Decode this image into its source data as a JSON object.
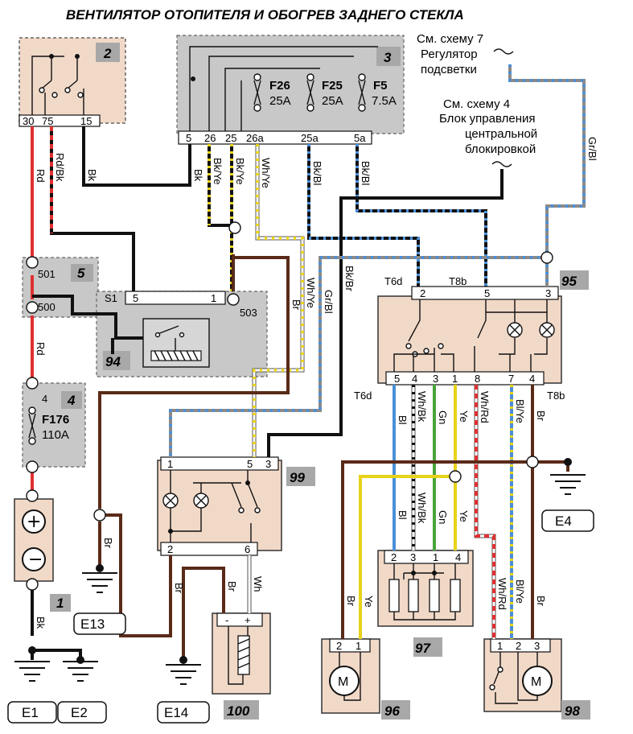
{
  "title": "ВЕНТИЛЯТОР ОТОПИТЕЛЯ И ОБОГРЕВ ЗАДНЕГО СТЕКЛА",
  "references": {
    "ref7": [
      "См. схему 7",
      "Регулятор",
      "подсветки"
    ],
    "ref4": [
      "См. схему 4",
      "Блок управления",
      "центральной",
      "блокировкой"
    ]
  },
  "components": {
    "c1": "1",
    "c2": "2",
    "c3": "3",
    "c4": "4",
    "c5": "5",
    "c94": "94",
    "c95": "95",
    "c96": "96",
    "c97": "97",
    "c98": "98",
    "c99": "99",
    "c100": "100"
  },
  "fuses": {
    "f26": {
      "name": "F26",
      "rating": "25A"
    },
    "f25": {
      "name": "F25",
      "rating": "25A"
    },
    "f5": {
      "name": "F5",
      "rating": "7.5A"
    },
    "f176": {
      "name": "F176",
      "rating": "110A"
    }
  },
  "pins": {
    "c2": [
      "30",
      "75",
      "15"
    ],
    "c3": [
      "5",
      "26",
      "25",
      "26a",
      "25a",
      "5a"
    ],
    "c5": [
      "501",
      "500",
      "S1",
      "5",
      "1",
      "503"
    ],
    "c4_pin": "4",
    "c95_top": [
      "2",
      "5",
      "3"
    ],
    "c95_top_labels": [
      "T6d",
      "T8b"
    ],
    "c95_bottom": [
      "5",
      "4",
      "3",
      "1",
      "8",
      "7",
      "4"
    ],
    "c95_bottom_labels": [
      "T6d",
      "T8b"
    ],
    "c99_top": [
      "1",
      "5",
      "3"
    ],
    "c99_bottom": [
      "2",
      "6"
    ],
    "c97": [
      "2",
      "3",
      "1",
      "4"
    ],
    "c96": [
      "2",
      "1"
    ],
    "c98": [
      "1",
      "2",
      "3"
    ],
    "c100": [
      "-",
      "+"
    ],
    "c1_plus": "+",
    "c1_minus": "−"
  },
  "wire_labels": {
    "rd1": "Rd",
    "rd2": "Rd",
    "rdbk": "Rd/Bk",
    "bk15": "Bk",
    "bk5": "Bk",
    "bkye26": "Bk/Ye",
    "bkye25": "Bk/Ye",
    "whye26a": "Wh/Ye",
    "bkbl25a": "Bk/Bl",
    "bkbl5a": "Bk/Bl",
    "grbl_right": "Gr/Bl",
    "whye_mid": "Wh/Ye",
    "br_mid": "Br",
    "grbl_left": "Gr/Bl",
    "bkbr": "Bk/Br",
    "bl": "Bl",
    "whbk": "Wh/Bk",
    "gn": "Gn",
    "ye": "Ye",
    "whrd": "Wh/Rd",
    "blye": "Bl/Ye",
    "br95": "Br",
    "bl2": "Bl",
    "whbk2": "Wh/Bk",
    "gn2": "Gn",
    "ye2": "Ye",
    "whrd2": "Wh/Rd",
    "blye2": "Bl/Ye",
    "br98": "Br",
    "br96": "Br",
    "ye96": "Ye",
    "bk1": "Bk",
    "br_e13": "Br",
    "br99": "Br",
    "br100": "Br",
    "wh100": "Wh"
  },
  "grounds": [
    "E1",
    "E2",
    "E4",
    "E13",
    "E14"
  ],
  "motor_label": "M",
  "colors": {
    "red": "#e03030",
    "black": "#111111",
    "brown": "#5a2a18",
    "blue": "#4a8fd8",
    "green": "#49a33a",
    "yellow": "#e8d21a",
    "grey": "#8a8a8a",
    "pink": "#f1d9c8",
    "greybox": "#c8c8c8"
  }
}
